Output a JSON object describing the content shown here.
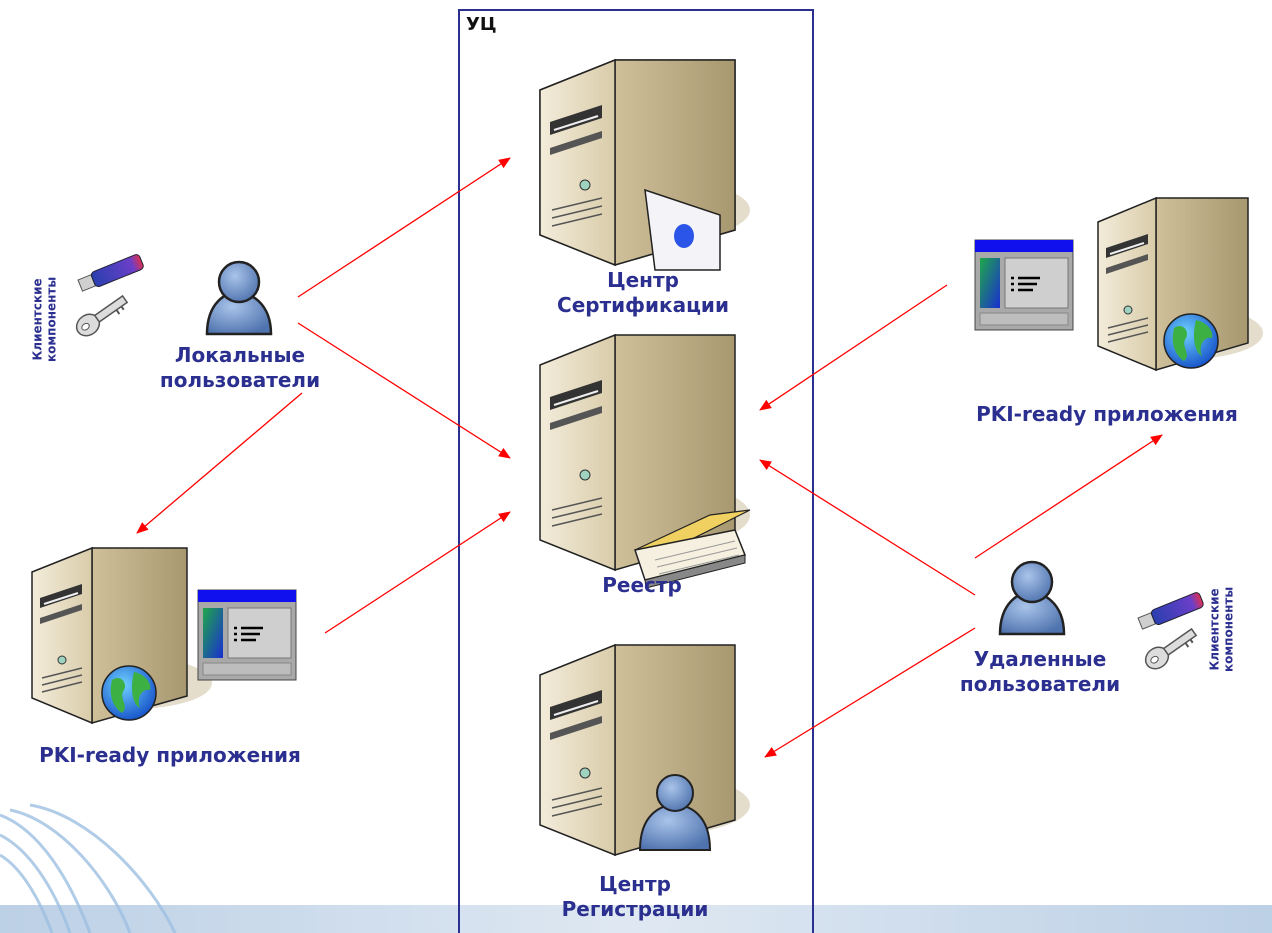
{
  "ca_box": {
    "title": "УЦ"
  },
  "servers": {
    "cert_center": {
      "line1": "Центр",
      "line2": "Сертификации"
    },
    "registry": {
      "label": "Реестр"
    },
    "reg_center": {
      "line1": "Центр",
      "line2": "Регистрации"
    }
  },
  "local_users": {
    "line1": "Локальные",
    "line2": "пользователи"
  },
  "remote_users": {
    "line1": "Удаленные",
    "line2": "пользователи"
  },
  "pki_apps_left": {
    "label": "PKI-ready приложения"
  },
  "pki_apps_right": {
    "label": "PKI-ready приложения"
  },
  "client_components_left": {
    "line1": "Клиентские",
    "line2": "компоненты"
  },
  "client_components_right": {
    "line1": "Клиентские",
    "line2": "компоненты"
  },
  "colors": {
    "label": "#2b2f8f",
    "arrow": "#ff0000",
    "ca_border": "#2b2f8f",
    "server_body": "#e8dcc0",
    "user_icon": "#5b7fb8"
  }
}
